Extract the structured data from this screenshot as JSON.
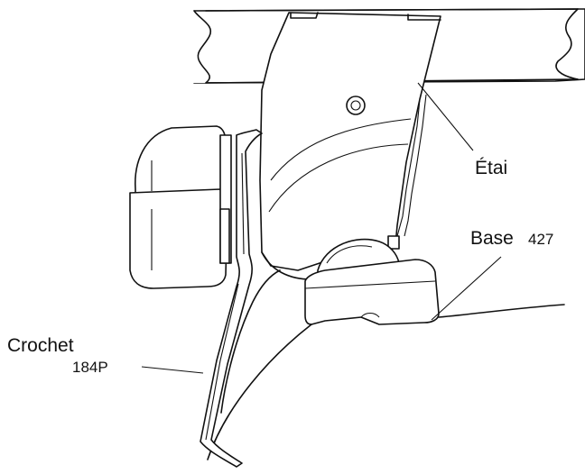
{
  "labels": {
    "etai": "Étai",
    "base_name": "Base",
    "base_number": "427",
    "crochet_name": "Crochet",
    "crochet_number": "184P"
  },
  "colors": {
    "stroke": "#111111",
    "background": "#ffffff"
  }
}
